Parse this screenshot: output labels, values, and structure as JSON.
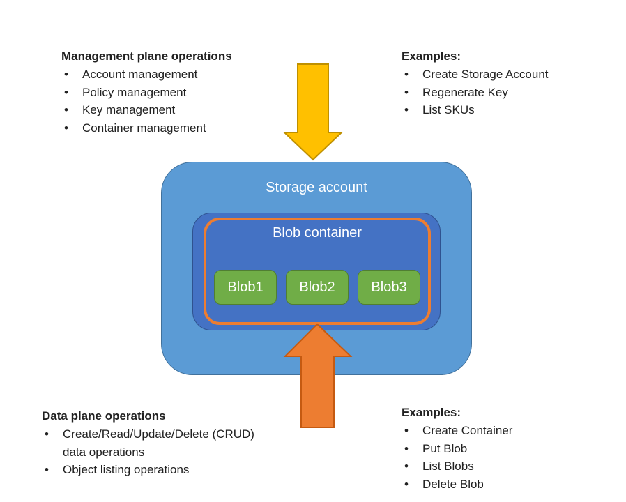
{
  "management_plane": {
    "title": "Management plane operations",
    "items": [
      "Account management",
      "Policy management",
      "Key management",
      "Container management"
    ]
  },
  "management_examples": {
    "title": "Examples:",
    "items": [
      "Create Storage Account",
      "Regenerate Key",
      "List SKUs"
    ]
  },
  "data_plane": {
    "title": "Data plane operations",
    "items": [
      "Create/Read/Update/Delete (CRUD)\ndata operations",
      "Object listing operations"
    ]
  },
  "data_examples": {
    "title": "Examples:",
    "items": [
      "Create Container",
      "Put Blob",
      "List Blobs",
      "Delete Blob"
    ]
  },
  "diagram": {
    "storage_account_label": "Storage account",
    "blob_container_label": "Blob container",
    "blobs": [
      "Blob1",
      "Blob2",
      "Blob3"
    ],
    "palette": {
      "storage_fill": "#5B9BD5",
      "storage_border": "#41719C",
      "container_fill": "#4472C4",
      "container_border": "#2F528F",
      "ring_border": "#ED7D31",
      "blob_fill": "#70AD47",
      "blob_border": "#507E32",
      "down_arrow_fill": "#FFC000",
      "down_arrow_border": "#BF9000",
      "up_arrow_fill": "#ED7D31",
      "up_arrow_border": "#C55A11",
      "body_text": "#212121",
      "shape_label_text": "#FFFFFF"
    }
  }
}
